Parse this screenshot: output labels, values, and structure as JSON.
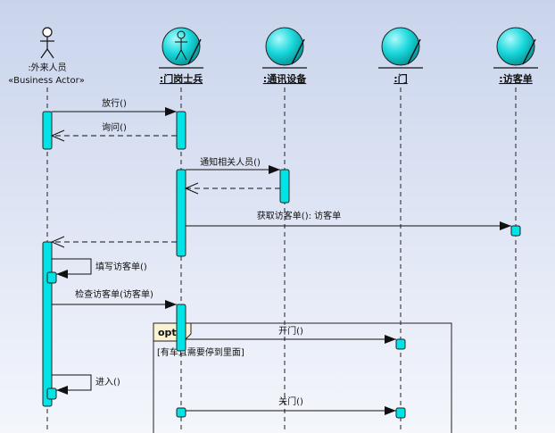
{
  "actor": {
    "name": ":外来人员",
    "stereotype": "«Business Actor»"
  },
  "lifelines": [
    {
      "id": "guard",
      "label": ":门岗士兵"
    },
    {
      "id": "comm",
      "label": ":通讯设备"
    },
    {
      "id": "door",
      "label": ":门"
    },
    {
      "id": "form",
      "label": ":访客单"
    }
  ],
  "messages": [
    {
      "id": "m1",
      "text": "放行()"
    },
    {
      "id": "m2",
      "text": "询问()"
    },
    {
      "id": "m3",
      "text": "通知相关人员()"
    },
    {
      "id": "m4",
      "text": ""
    },
    {
      "id": "m5",
      "text": "获取访客单(): 访客单"
    },
    {
      "id": "m6",
      "text": ""
    },
    {
      "id": "m7",
      "text": "填写访客单()"
    },
    {
      "id": "m8",
      "text": "检查访客单(访客单)"
    },
    {
      "id": "m9",
      "text": "开门()"
    },
    {
      "id": "m10",
      "text": "进入()"
    },
    {
      "id": "m11",
      "text": "关门()"
    }
  ],
  "fragment": {
    "operator": "opt",
    "guard": "[有车且需要停到里面]"
  },
  "colors": {
    "activation": "#00e4e8",
    "head": "#1ad8dc",
    "line": "#222222"
  }
}
